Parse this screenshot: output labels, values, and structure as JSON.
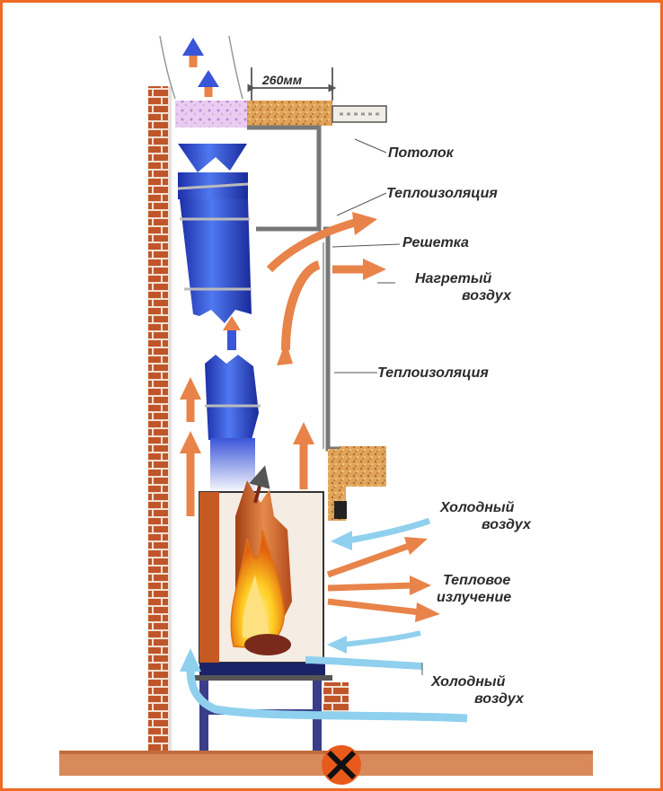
{
  "dimension": "260мм",
  "labels": {
    "ceiling": "Потолок",
    "insulation_top": "Теплоизоляция",
    "grate": "Решетка",
    "hot_air_1": "Нагретый",
    "hot_air_2": "воздух",
    "insulation_mid": "Теплоизоляция",
    "cold_air_top_1": "Холодный",
    "cold_air_top_2": "воздух",
    "radiation_1": "Тепловое",
    "radiation_2": "излучение",
    "cold_air_bottom_1": "Холодный",
    "cold_air_bottom_2": "воздух"
  },
  "colors": {
    "frame": "#ef6a24",
    "brick": "#c0552a",
    "arrow_hot": "#e8834a",
    "arrow_cold": "#8fd0ee",
    "pipe": "#2f4fd0",
    "floor": "#d98a5a"
  },
  "icons": {
    "logo": "brand-logo-icon"
  }
}
